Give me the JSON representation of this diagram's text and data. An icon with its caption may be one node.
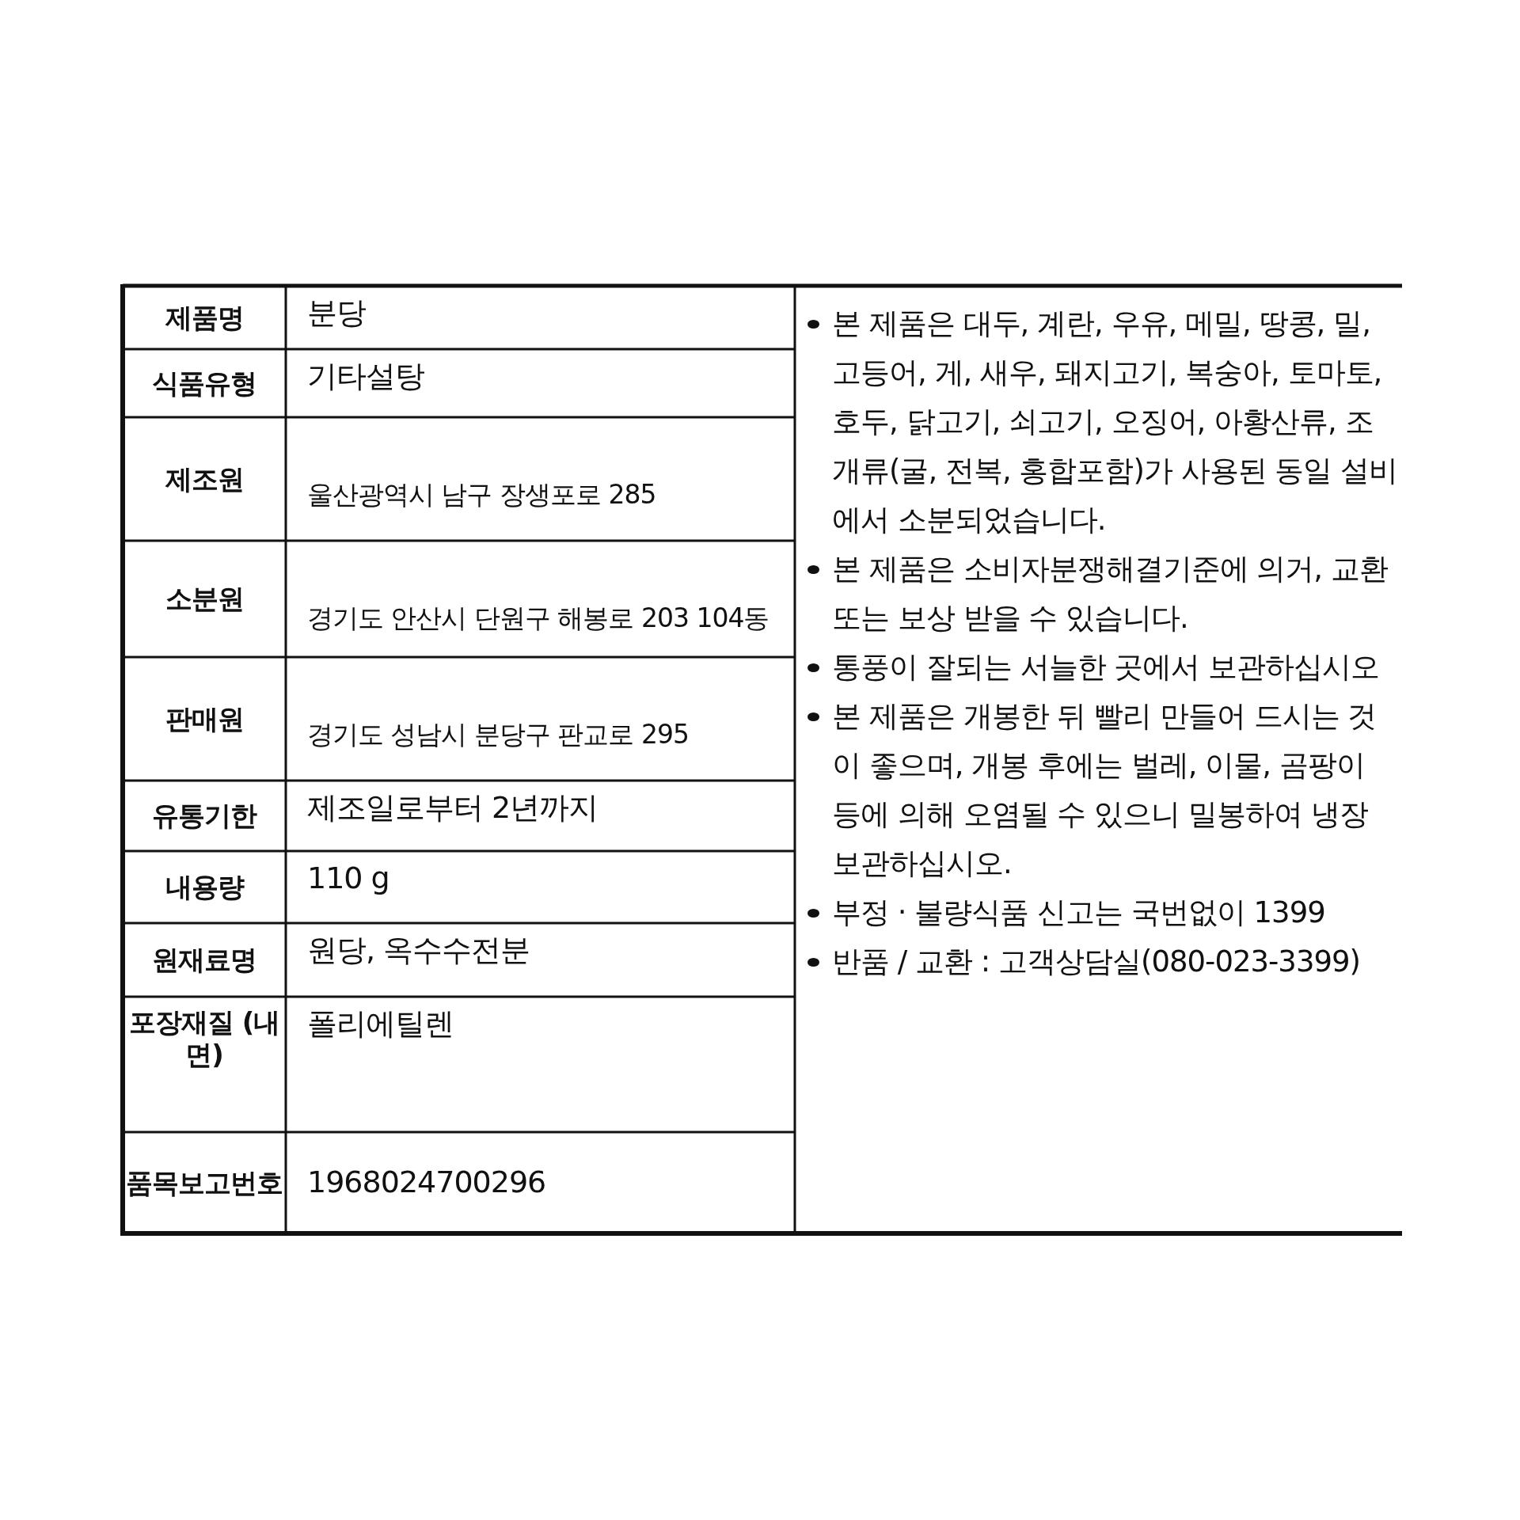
{
  "diagram": {
    "labels": [
      "제품명",
      "분당",
      "식품유형",
      "기타설탕",
      "제조원",
      "울산광역시 남구 장생포로 285",
      "소분원",
      "경기도 안산시 단원구 해봉로 203 104동",
      "판매원",
      "경기도 성남시 분당구 판교로 295",
      "유통기한",
      "제조일로부터 2년까지",
      "내용량",
      "110 g",
      "원재료명",
      "원당, 옥수수전분",
      "포장재질 (내면)",
      "폴리에틸렌",
      "품목보고번호",
      "1968024700296",
      "본 제품은 대두, 계란, 우유, 메밀, 땅콩, 밀, 고등어, 게, 새우, 돼지고기, 복숭아, 토마토, 호두, 닭고기, 쇠고기, 오징어, 아황산류, 조개류(굴, 전복, 홍합포함)가 사용된 동일 설비에서 소분되었습니다.",
      "본 제품은 소비자분쟁해결기준에 의거, 교환 또는 보상 받을 수 있습니다.",
      "통풍이 잘되는 서늘한 곳에서 보관하십시오",
      "본 제품은 개봉한 뒤 빨리 만들어 드시는 것이 좋으며, 개봉 후에는 벌레, 이물, 곰팡이 등에 의해 오염될 수 있으니 밀봉하여 냉장 보관하십시오.",
      "부정 · 불량식품 신고는 국번없이 1399",
      "반품 / 교환 : 고객상담실(080-023-3399)"
    ]
  }
}
